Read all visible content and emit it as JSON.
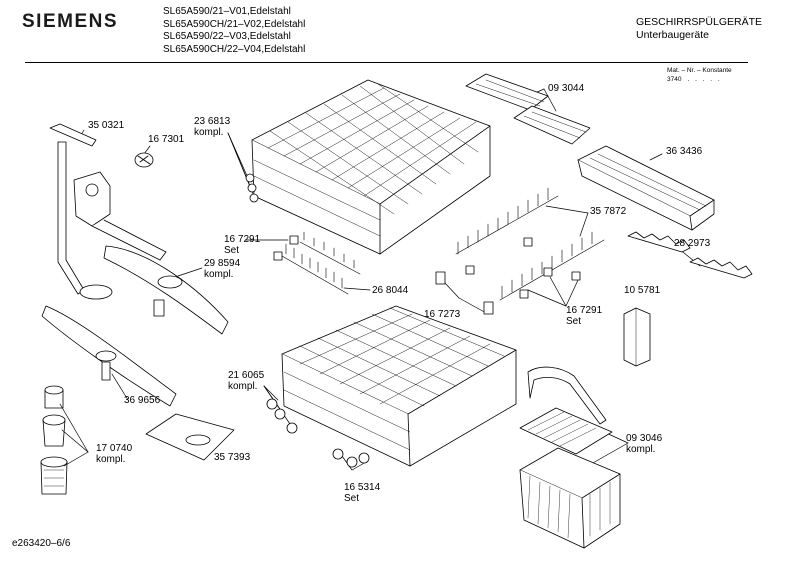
{
  "header": {
    "brand": "SIEMENS",
    "models": [
      "SL65A590/21–V01,Edelstahl",
      "SL65A590CH/21–V02,Edelstahl",
      "SL65A590/22–V03,Edelstahl",
      "SL65A590CH/22–V04,Edelstahl"
    ],
    "category_line1": "GESCHIRRSPÜLGERÄTE",
    "category_line2": "Unterbaugeräte",
    "mat_label": "Mat. – Nr. – Konstante",
    "mat_value": "3740",
    "mat_dots": ". . . . ."
  },
  "footer": {
    "code": "e263420–6/6"
  },
  "parts": [
    {
      "id": "p350321",
      "number": "35 0321",
      "note": ""
    },
    {
      "id": "p167301",
      "number": "16 7301",
      "note": ""
    },
    {
      "id": "p236813",
      "number": "23 6813",
      "note": "kompl."
    },
    {
      "id": "p093044",
      "number": "09 3044",
      "note": ""
    },
    {
      "id": "p363436",
      "number": "36 3436",
      "note": ""
    },
    {
      "id": "p167291a",
      "number": "16 7291",
      "note": "Set"
    },
    {
      "id": "p357872",
      "number": "35 7872",
      "note": ""
    },
    {
      "id": "p298594",
      "number": "29 8594",
      "note": "kompl."
    },
    {
      "id": "p282973",
      "number": "28 2973",
      "note": ""
    },
    {
      "id": "p268044",
      "number": "26 8044",
      "note": ""
    },
    {
      "id": "p105781",
      "number": "10 5781",
      "note": ""
    },
    {
      "id": "p167273",
      "number": "16 7273",
      "note": ""
    },
    {
      "id": "p167291b",
      "number": "16 7291",
      "note": "Set"
    },
    {
      "id": "p216065",
      "number": "21 6065",
      "note": "kompl."
    },
    {
      "id": "p369656",
      "number": "36 9656",
      "note": ""
    },
    {
      "id": "p093046",
      "number": "09 3046",
      "note": "kompl."
    },
    {
      "id": "p170740",
      "number": "17 0740",
      "note": "kompl."
    },
    {
      "id": "p357393",
      "number": "35 7393",
      "note": ""
    },
    {
      "id": "p165314",
      "number": "16 5314",
      "note": "Set"
    }
  ]
}
